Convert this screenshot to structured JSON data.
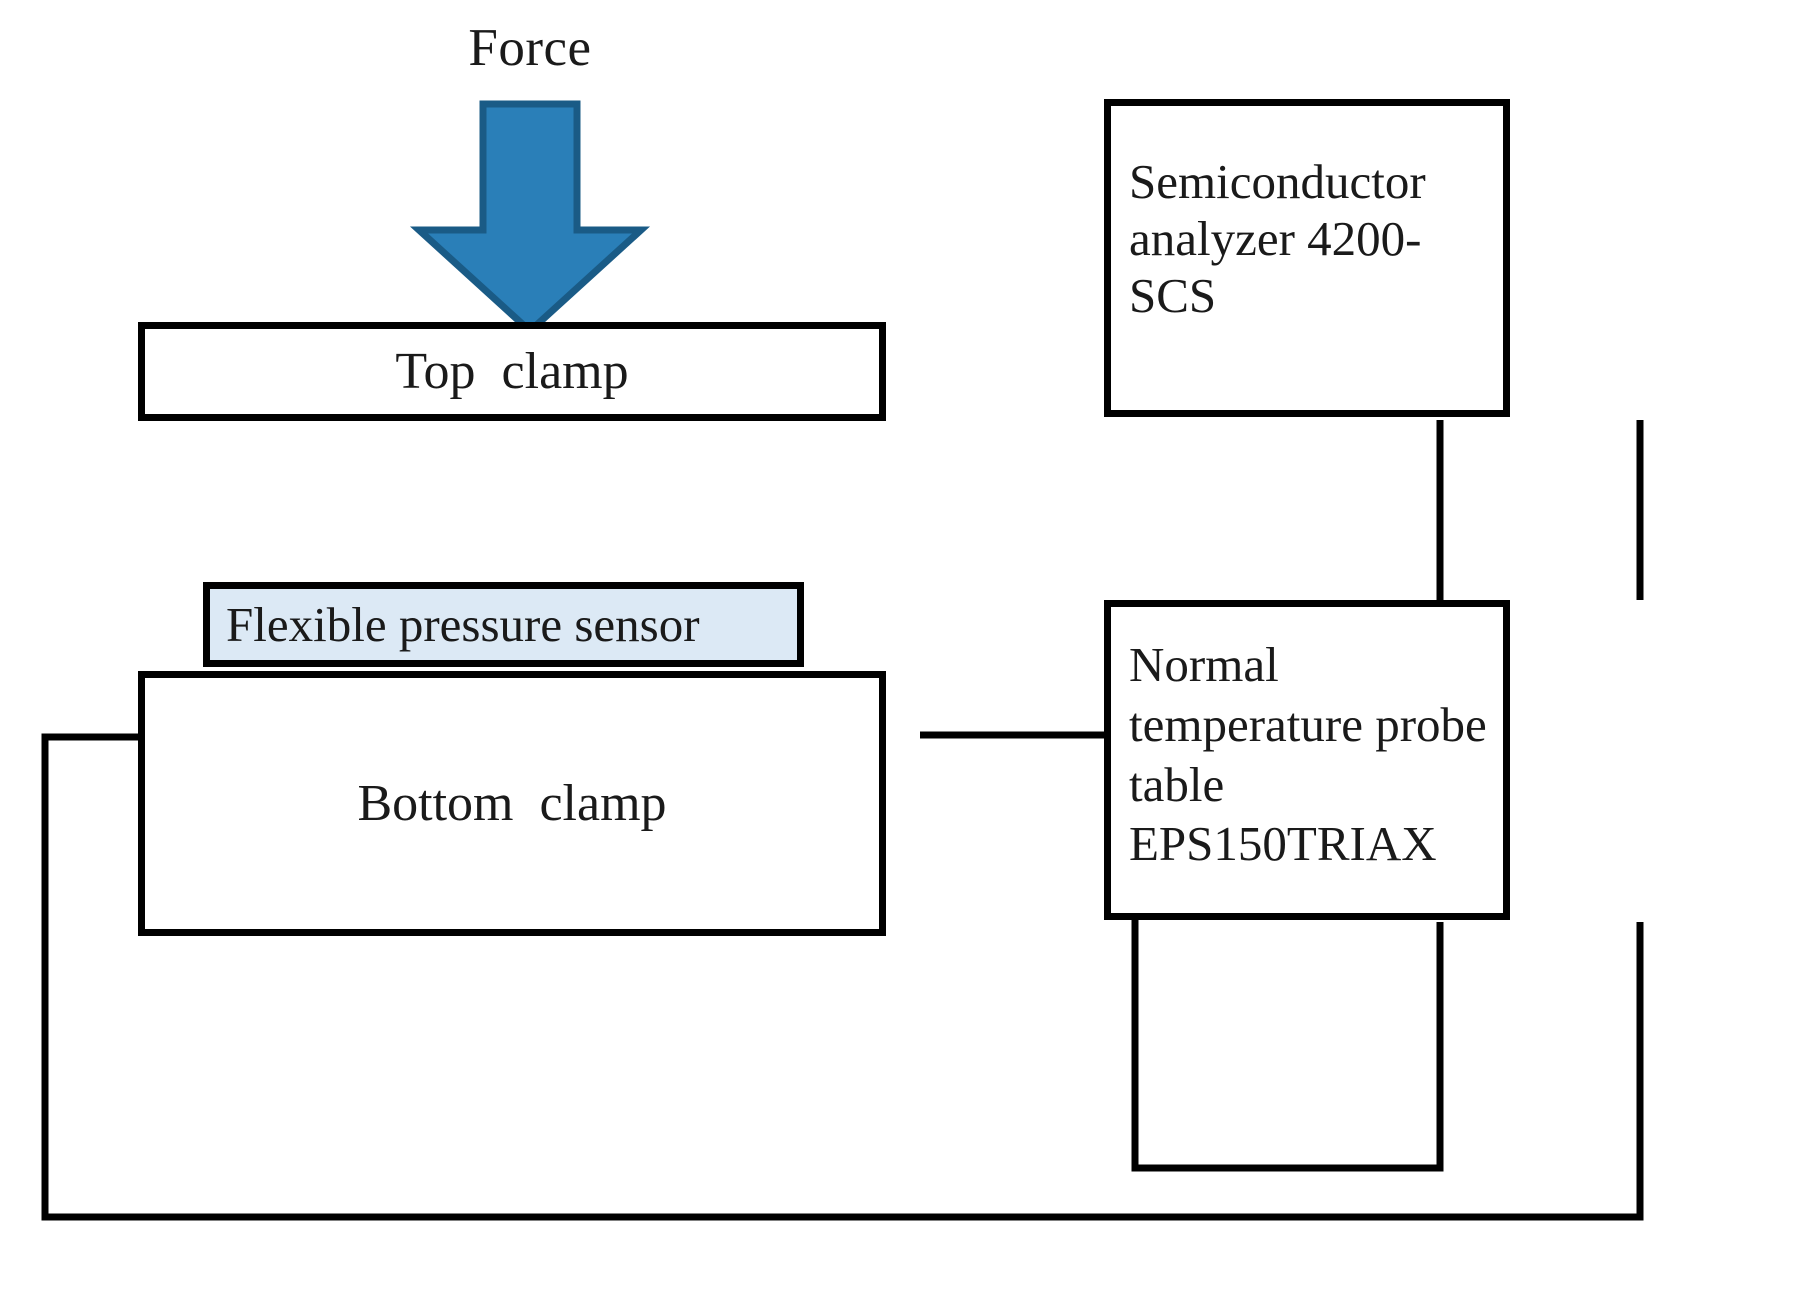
{
  "diagram": {
    "title_label": "Force",
    "accent_color": "#2a7fb8",
    "accent_border_color": "#1a5b86",
    "sensor_fill_color": "#dce9f5",
    "line_color": "#000000",
    "arrow": {
      "icon": "down-arrow-icon",
      "direction": "down"
    },
    "nodes": [
      {
        "id": "top-clamp",
        "label": "Top  clamp"
      },
      {
        "id": "flex-sensor",
        "label": "Flexible pressure sensor"
      },
      {
        "id": "bottom-clamp",
        "label": "Bottom  clamp"
      },
      {
        "id": "analyzer",
        "label": "Semiconductor analyzer 4200-SCS"
      },
      {
        "id": "probe-table",
        "label": "Normal temperature probe table EPS150TRIAX"
      }
    ],
    "connections": [
      {
        "from": "flex-sensor",
        "to": "probe-table",
        "side": "left"
      },
      {
        "from": "flex-sensor",
        "to": "probe-table",
        "side": "right"
      },
      {
        "from": "probe-table",
        "to": "analyzer",
        "side": "left"
      },
      {
        "from": "probe-table",
        "to": "analyzer",
        "side": "right"
      }
    ]
  }
}
